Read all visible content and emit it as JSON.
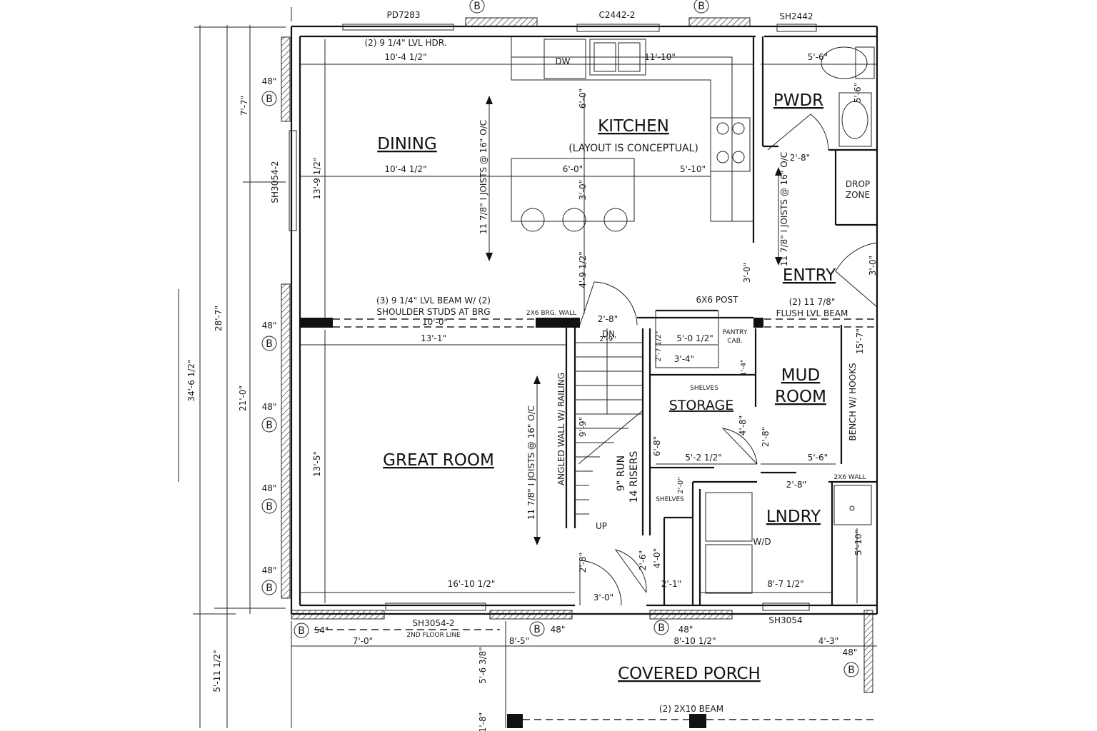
{
  "rooms": {
    "dining": "DINING",
    "kitchen": "KITCHEN",
    "kitchen_note": "(LAYOUT IS CONCEPTUAL)",
    "pwdr": "PWDR",
    "entry": "ENTRY",
    "mud_1": "MUD",
    "mud_2": "ROOM",
    "storage": "STORAGE",
    "great_room": "GREAT ROOM",
    "lndry": "LNDRY",
    "covered_porch": "COVERED PORCH",
    "drop_1": "DROP",
    "drop_2": "ZONE"
  },
  "windows": {
    "pd7283": "PD7283",
    "c2442": "C2442-2",
    "sh2442": "SH2442",
    "sh3054_left": "SH3054-2",
    "sh3054_bottom": "SH3054-2",
    "sh3054_right": "SH3054"
  },
  "notes": {
    "lvl_hdr": "(2) 9 1/4\" LVL HDR.",
    "joists_left": "11 7/8\" I JOISTS @ 16\" O/C",
    "joists_right": "11 7/8\" I JOISTS @ 16\" O/C",
    "joists_lower": "11 7/8\" I JOISTS @ 16\" O/C",
    "beam_1": "(3) 9 1/4\" LVL BEAM W/ (2)",
    "beam_2": "SHOULDER STUDS AT BRG",
    "brg_wall": "2X6 BRG. WALL",
    "post": "6X6 POST",
    "flush_1": "(2) 11 7/8\"",
    "flush_2": "FLUSH LVL BEAM",
    "dn": "DN",
    "up": "UP",
    "pantry_1": "PANTRY",
    "pantry_2": "CAB.",
    "shelves_top": "SHELVES",
    "shelves_low": "SHELVES",
    "angled_wall": "ANGLED WALL W/ RAILING",
    "run": "9\" RUN",
    "risers": "14 RISERS",
    "bench": "BENCH W/ HOOKS",
    "wall_2x6": "2X6 WALL",
    "wd": "W/D",
    "dw": "DW",
    "floor_line": "2ND FLOOR LINE",
    "porch_beam": "(2) 2X10 BEAM"
  },
  "dimensions": {
    "d_10_4_top": "10'-4 1/2\"",
    "d_11_10": "11'-10\"",
    "d_5_6_top": "5'-6\"",
    "d_6_0_v": "6'-0\"",
    "d_5_6_v": "5'-6\"",
    "d_10_4_mid": "10'-4 1/2\"",
    "d_6_0_island": "6'-0\"",
    "d_5_10": "5'-10\"",
    "d_3_0_island": "3'-0\"",
    "d_2_8_pwdr": "2'-8\"",
    "d_13_9": "13'-9 1/2\"",
    "d_3_0_entry": "3'-0\"",
    "d_4_9": "4'-9 1/2\"",
    "d_3_0_right": "3'-0\"",
    "d_2_8_stair": "2'-8\"",
    "d_10_0": "10'-0\"",
    "d_13_1": "13'-1\"",
    "d_2_9": "2'-9\"",
    "d_2_7": "2'-7 1/2\"",
    "d_5_0": "5'-0 1/2\"",
    "d_3_4": "3'-4\"",
    "d_1_4": "1'-4\"",
    "d_15_7": "15'-7\"",
    "d_9_9": "9'-9\"",
    "d_4_8": "4'-8\"",
    "d_2_8_mud": "2'-8\"",
    "d_6_8": "6'-8\"",
    "d_5_2": "5'-2 1/2\"",
    "d_5_6_mud": "5'-6\"",
    "d_2_0": "2'-0\"",
    "d_2_8_lndry": "2'-8\"",
    "d_13_5": "13'-5\"",
    "d_2_6": "2'-6\"",
    "d_4_0": "4'-0\"",
    "d_5_10_lndry": "5'-10\"",
    "d_2_8_door": "2'-8\"",
    "d_16_10": "16'-10 1/2\"",
    "d_3_0_bottom": "3'-0\"",
    "d_2_1": "2'-1\"",
    "d_8_7": "8'-7 1/2\"",
    "d_7_7": "7'-7\"",
    "d_21_0": "21'-0\"",
    "d_28_7": "28'-7\"",
    "d_34_6": "34'-6 1/2\"",
    "d_5_11": "5'-11 1/2\"",
    "d_7_0": "7'-0\"",
    "d_8_5": "8'-5\"",
    "d_8_10": "8'-10 1/2\"",
    "d_4_3": "4'-3\"",
    "d_5_6_38": "5'-6 3/8\"",
    "d_1_8": "1'-8\""
  },
  "braces": {
    "b1_size": "48\"",
    "b1_mark": "B",
    "b2_size": "48\"",
    "b2_mark": "B",
    "b3_size": "48\"",
    "b3_mark": "B",
    "b4_size": "48\"",
    "b4_mark": "B",
    "b5_size": "48\"",
    "b5_mark": "B",
    "b6_size": "54\"",
    "b6_mark": "B",
    "b7_size": "48\"",
    "b7_mark": "B",
    "b8_size": "48\"",
    "b8_mark": "B",
    "b9_size": "48\"",
    "b9_mark": "B",
    "b_top1_mark": "B",
    "b_top2_mark": "B"
  },
  "colors": {
    "line": "#111111",
    "background": "#ffffff"
  }
}
